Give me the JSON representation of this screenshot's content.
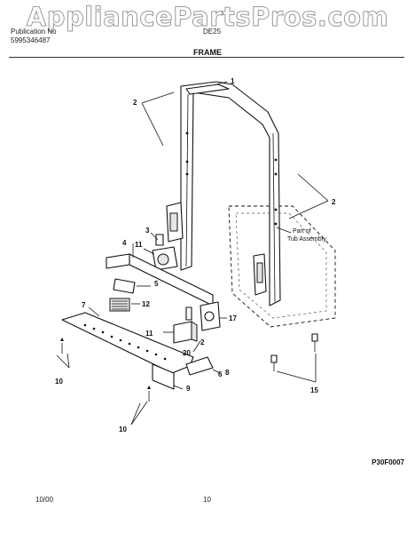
{
  "header": {
    "left_line1": "Publication No",
    "left_line2": "5995346487",
    "model": "DE25",
    "watermark": "AppliancePartsPros.com"
  },
  "title": "FRAME",
  "callouts": {
    "c1": "1",
    "c2a": "2",
    "c2b": "2",
    "c2c": "2",
    "c3": "3",
    "c4": "4",
    "c5": "5",
    "c6": "6",
    "c7": "7",
    "c8": "8",
    "c9": "9",
    "c10a": "10",
    "c10b": "10",
    "c11a": "11",
    "c11b": "11",
    "c12": "12",
    "c15": "15",
    "c17": "17",
    "c20": "20"
  },
  "note": {
    "line1": "Part of",
    "line2": "Tub Assembly"
  },
  "diagram_code": "P30F0007",
  "footer": {
    "date": "10/00",
    "page": "10"
  }
}
